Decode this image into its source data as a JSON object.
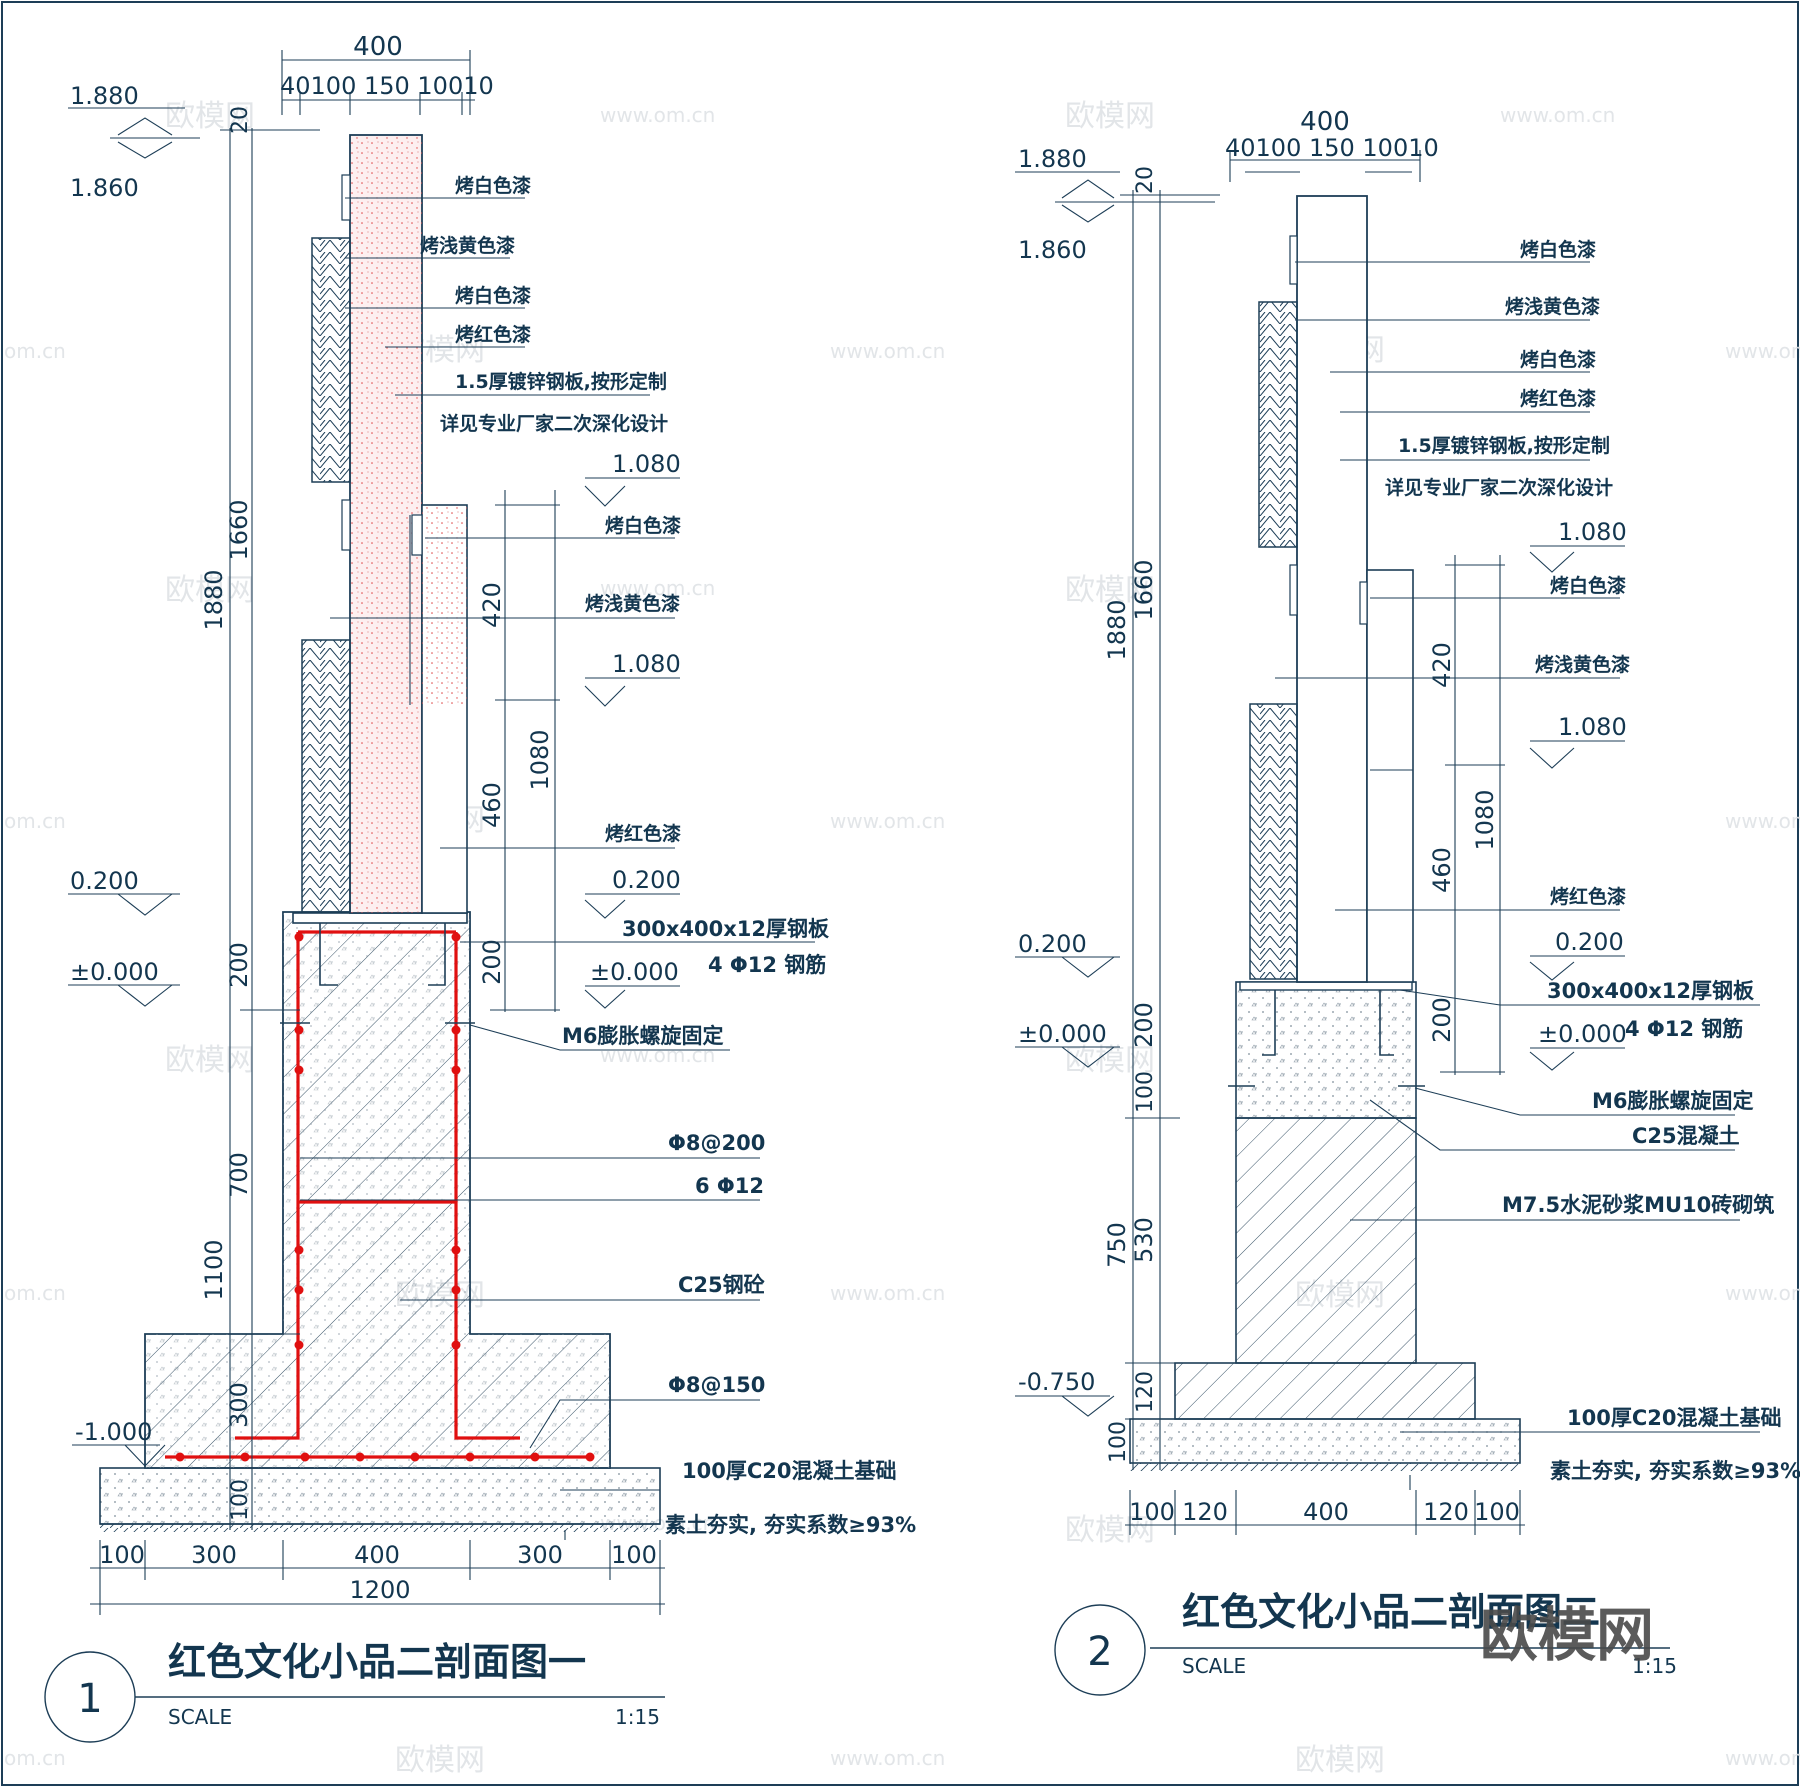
{
  "watermarks": {
    "url": "www.om.cn",
    "brand": "欧模网",
    "url_short": "om.cn"
  },
  "colors": {
    "line": "#1d3e57",
    "text": "#13364f",
    "rebar": "#e01010",
    "concrete_fill": "#fbe9ea"
  },
  "section1": {
    "dims_top": {
      "total": "400",
      "parts": [
        "40",
        "100",
        "150",
        "100",
        "10"
      ],
      "overall_label": "400",
      "part_label": "40100 150 10010"
    },
    "levels": {
      "top_a": "1.880",
      "top_b": "1.860",
      "mid1": "1.080",
      "mid2": "1.080",
      "base_left": "0.200",
      "base_right": "0.200",
      "zero_left": "±0.000",
      "zero_right": "±0.000",
      "bottom": "-1.000"
    },
    "vdims": {
      "d1880": "1880",
      "d1660": "1660",
      "d20": "20",
      "d420": "420",
      "d1080": "1080",
      "d460": "460",
      "d200a": "200",
      "d200b": "200",
      "d700": "700",
      "d1100": "1100",
      "d300": "300",
      "d100": "100"
    },
    "notes": [
      "烤白色漆",
      "烤浅黄色漆",
      "烤白色漆",
      "烤红色漆",
      "1.5厚镀锌钢板,按形定制",
      "详见专业厂家二次深化设计",
      "烤白色漆",
      "烤浅黄色漆",
      "烤红色漆",
      "300x400x12厚钢板",
      "4 Φ12 钢筋",
      "M6膨胀螺旋固定",
      "Φ8@200",
      "6 Φ12",
      "C25钢砼",
      "Φ8@150",
      "100厚C20混凝土基础",
      "素土夯实, 夯实系数≥93%"
    ],
    "hdims": {
      "parts": [
        "100",
        "300",
        "400",
        "300",
        "100"
      ],
      "total": "1200"
    },
    "title": "红色文化小品二剖面图一",
    "scale_label": "SCALE",
    "scale_value": "1:15",
    "number": "1"
  },
  "section2": {
    "dims_top": {
      "overall_label": "400",
      "part_label": "40100 150 10010"
    },
    "levels": {
      "top_a": "1.880",
      "top_b": "1.860",
      "mid1": "1.080",
      "mid2": "1.080",
      "base_left": "0.200",
      "base_right": "0.200",
      "zero_left": "±0.000",
      "zero_right": "±0.000",
      "bottom": "-0.750"
    },
    "vdims": {
      "d1880": "1880",
      "d1660": "1660",
      "d20": "20",
      "d420": "420",
      "d1080": "1080",
      "d460": "460",
      "d200a": "200",
      "d200b": "200",
      "d100a": "100",
      "d750": "750",
      "d530": "530",
      "d120": "120",
      "d100b": "100"
    },
    "notes": [
      "烤白色漆",
      "烤浅黄色漆",
      "烤白色漆",
      "烤红色漆",
      "1.5厚镀锌钢板,按形定制",
      "详见专业厂家二次深化设计",
      "烤白色漆",
      "烤浅黄色漆",
      "烤红色漆",
      "300x400x12厚钢板",
      "4 Φ12 钢筋",
      "M6膨胀螺旋固定",
      "C25混凝土",
      "M7.5水泥砂浆MU10砖砌筑",
      "100厚C20混凝土基础",
      "素土夯实, 夯实系数≥93%"
    ],
    "hdims": {
      "parts": [
        "100",
        "120",
        "400",
        "120",
        "100"
      ]
    },
    "title": "红色文化小品二剖面图二",
    "scale_label": "SCALE",
    "scale_value": "1:15",
    "number": "2"
  },
  "brand_logo": "欧模网"
}
